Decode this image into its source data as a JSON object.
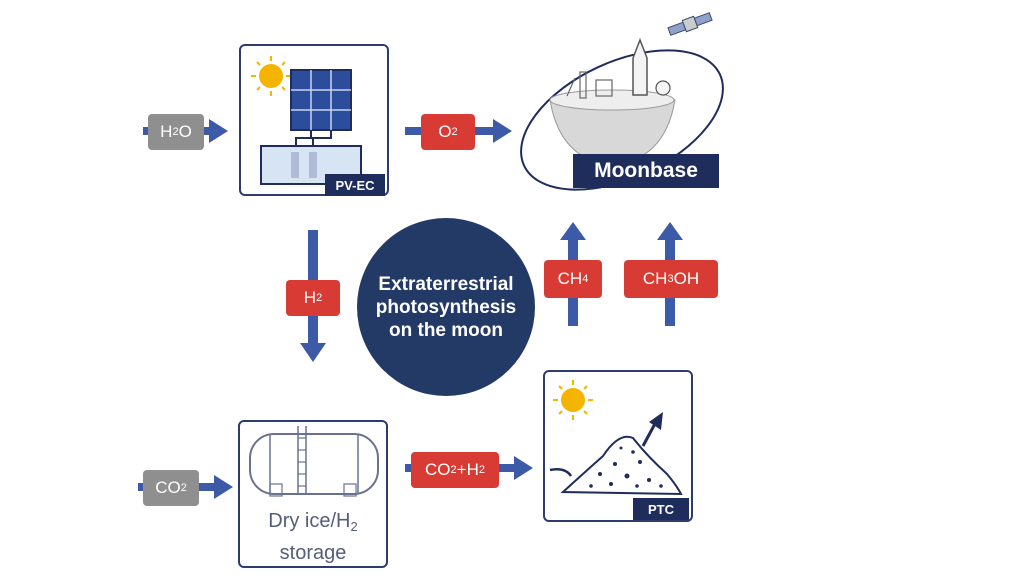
{
  "center": {
    "line1": "Extraterrestrial",
    "line2": "photosynthesis",
    "line3": "on the moon"
  },
  "labels": {
    "h2o_main": "H",
    "h2o_sub": "2",
    "h2o_tail": "O",
    "o2_main": "O",
    "o2_sub": "2",
    "h2_main": "H",
    "h2_sub": "2",
    "ch4_main": "CH",
    "ch4_sub": "4",
    "ch3oh_main": "CH",
    "ch3oh_sub": "3",
    "ch3oh_tail": "OH",
    "co2_main": "CO",
    "co2_sub": "2",
    "co2h2_a": "CO",
    "co2h2_a_sub": "2",
    "co2h2_b": "+H",
    "co2h2_b_sub": "2"
  },
  "panels": {
    "pvec_badge": "PV-EC",
    "moonbase_badge": "Moonbase",
    "ptc_badge": "PTC",
    "storage_line1_main": "Dry ice/H",
    "storage_line1_sub": "2",
    "storage_line2": "storage"
  },
  "colors": {
    "navy": "#243a66",
    "arrow_blue": "#3d5aa8",
    "red_tag": "#d83b33",
    "grey_tag": "#8f8f8f"
  }
}
